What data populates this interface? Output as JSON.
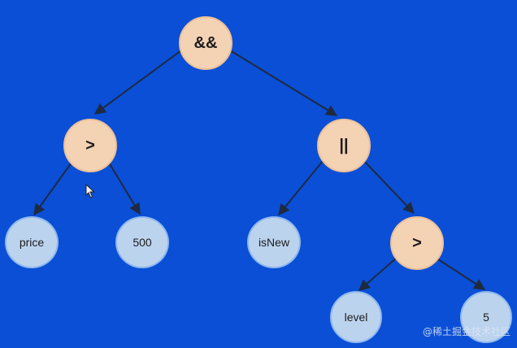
{
  "tree": {
    "nodes": [
      {
        "id": "and",
        "label": "&&",
        "kind": "operator"
      },
      {
        "id": "gt1",
        "label": ">",
        "kind": "operator"
      },
      {
        "id": "or",
        "label": "||",
        "kind": "operator"
      },
      {
        "id": "price",
        "label": "price",
        "kind": "operand"
      },
      {
        "id": "n500",
        "label": "500",
        "kind": "operand"
      },
      {
        "id": "isnew",
        "label": "isNew",
        "kind": "operand"
      },
      {
        "id": "gt2",
        "label": ">",
        "kind": "operator"
      },
      {
        "id": "level",
        "label": "level",
        "kind": "operand"
      },
      {
        "id": "n5",
        "label": "5",
        "kind": "operand"
      }
    ],
    "edges": [
      [
        "and",
        "gt1"
      ],
      [
        "and",
        "or"
      ],
      [
        "gt1",
        "price"
      ],
      [
        "gt1",
        "n500"
      ],
      [
        "or",
        "isnew"
      ],
      [
        "or",
        "gt2"
      ],
      [
        "gt2",
        "level"
      ],
      [
        "gt2",
        "n5"
      ]
    ]
  },
  "colors": {
    "background": "#0a4fd6",
    "operator_fill": "#f4d2b4",
    "operand_fill": "#bcd3ee",
    "edge": "#1e2a40"
  },
  "watermark": "@稀土掘金技术社区"
}
